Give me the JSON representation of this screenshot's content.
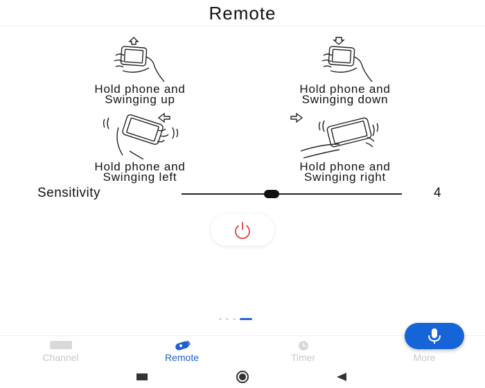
{
  "header": {
    "title": "Remote"
  },
  "gestures": {
    "up": {
      "label": "Hold phone and\nSwinging up",
      "arrow": "arrow-up-icon"
    },
    "down": {
      "label": "Hold phone and\nSwinging down",
      "arrow": "arrow-down-icon"
    },
    "left": {
      "label": "Hold phone and\nSwinging left",
      "arrow": "arrow-left-icon"
    },
    "right": {
      "label": "Hold phone and\nSwinging right",
      "arrow": "arrow-right-icon"
    }
  },
  "sensitivity": {
    "label": "Sensitivity",
    "value": "4",
    "fraction": 0.41
  },
  "power": {
    "icon": "power-icon",
    "color": "#e0423c"
  },
  "pager": {
    "count": 4,
    "active": 3
  },
  "tabs": [
    {
      "label": "Channel",
      "icon": "tv-icon",
      "active": false
    },
    {
      "label": "Remote",
      "icon": "remote-icon",
      "active": true
    },
    {
      "label": "Timer",
      "icon": "clock-icon",
      "active": false
    },
    {
      "label": "More",
      "icon": "more-icon",
      "active": false
    }
  ],
  "mic": {
    "icon": "microphone-icon",
    "color": "#1565d8"
  },
  "system_nav": {
    "recents": "square-icon",
    "home": "circle-icon",
    "back": "triangle-back-icon"
  }
}
